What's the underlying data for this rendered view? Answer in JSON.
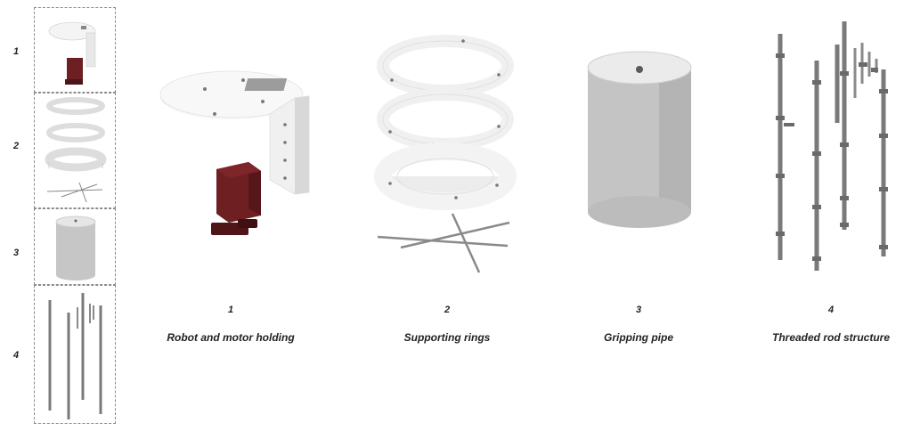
{
  "sidebar": {
    "items": [
      {
        "number": "1",
        "icon": "robot-holder-thumbnail"
      },
      {
        "number": "2",
        "icon": "supporting-rings-thumbnail"
      },
      {
        "number": "3",
        "icon": "gripping-pipe-thumbnail"
      },
      {
        "number": "4",
        "icon": "threaded-rods-thumbnail"
      }
    ]
  },
  "components": [
    {
      "number": "1",
      "label": "Robot and motor holding",
      "icon": "robot-holder-render"
    },
    {
      "number": "2",
      "label": "Supporting rings",
      "icon": "supporting-rings-render"
    },
    {
      "number": "3",
      "label": "Gripping pipe",
      "icon": "gripping-pipe-render"
    },
    {
      "number": "4",
      "label": "Threaded rod structure",
      "icon": "threaded-rods-render"
    }
  ],
  "colors": {
    "motor": "#6e1f22",
    "part": "#f0f0f0",
    "pipe": "#bdbdbd",
    "rod": "#7a7a7a"
  }
}
